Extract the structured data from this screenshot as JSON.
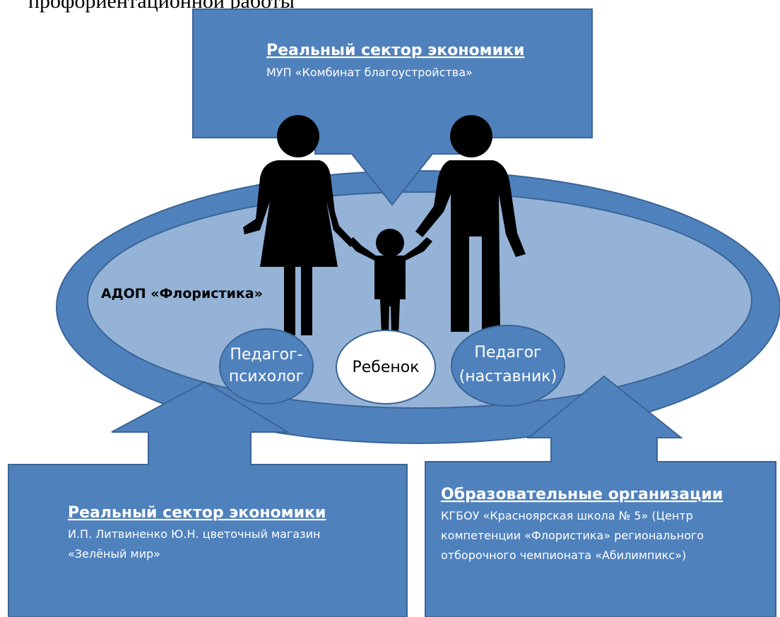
{
  "top_cut_text": "профориентационной работы",
  "program_label": "АДОП «Флористика»",
  "top_box": {
    "title": "Реальный сектор экономики",
    "line1": "МУП «Комбинат благоустройства»"
  },
  "bottom_left_box": {
    "title": "Реальный сектор экономики",
    "line1": "И.П. Литвиненко Ю.Н. цветочный магазин",
    "line2": "«Зелёный мир»"
  },
  "bottom_right_box": {
    "title": "Образовательные организации",
    "line1": "КГБОУ «Красноярская школа № 5» (Центр",
    "line2": "компетенции «Флористика»  регионального",
    "line3": "отборочного чемпионата «Абилимпикс»)"
  },
  "circles": {
    "left_line1": "Педагог-",
    "left_line2": "психолог",
    "center": "Ребенок",
    "right_line1": "Педагог",
    "right_line2": "(наставник)"
  },
  "colors": {
    "box_fill": "#4f81bd",
    "box_stroke": "#3a6596",
    "ellipse_outer": "#4f81bd",
    "ellipse_inner": "#95b3d7",
    "figure": "#000000",
    "white": "#ffffff"
  }
}
